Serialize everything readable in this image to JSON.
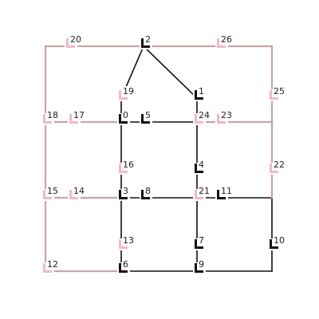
{
  "colors": {
    "background": "#ffffff",
    "black_edge": "#111111",
    "pink_edge": "#c8a4a8",
    "black_marker": "#111111",
    "pink_marker": "#f2b8c6",
    "label_text": "#222222"
  },
  "nodes": [
    {
      "id": "0",
      "label": "0",
      "color": "black"
    },
    {
      "id": "1",
      "label": "1",
      "color": "black"
    },
    {
      "id": "2",
      "label": "2",
      "color": "black"
    },
    {
      "id": "3",
      "label": "3",
      "color": "black"
    },
    {
      "id": "4",
      "label": "4",
      "color": "black"
    },
    {
      "id": "5",
      "label": "5",
      "color": "black"
    },
    {
      "id": "6",
      "label": "6",
      "color": "black"
    },
    {
      "id": "7",
      "label": "7",
      "color": "black"
    },
    {
      "id": "8",
      "label": "8",
      "color": "black"
    },
    {
      "id": "9",
      "label": "9",
      "color": "black"
    },
    {
      "id": "10",
      "label": "10",
      "color": "black"
    },
    {
      "id": "11",
      "label": "11",
      "color": "black"
    },
    {
      "id": "12",
      "label": "12",
      "color": "pink"
    },
    {
      "id": "13",
      "label": "13",
      "color": "pink"
    },
    {
      "id": "14",
      "label": "14",
      "color": "pink"
    },
    {
      "id": "15",
      "label": "15",
      "color": "pink"
    },
    {
      "id": "16",
      "label": "16",
      "color": "pink"
    },
    {
      "id": "17",
      "label": "17",
      "color": "pink"
    },
    {
      "id": "18",
      "label": "18",
      "color": "pink"
    },
    {
      "id": "19",
      "label": "19",
      "color": "pink"
    },
    {
      "id": "20",
      "label": "20",
      "color": "pink"
    },
    {
      "id": "21",
      "label": "21",
      "color": "pink"
    },
    {
      "id": "22",
      "label": "22",
      "color": "pink"
    },
    {
      "id": "23",
      "label": "23",
      "color": "pink"
    },
    {
      "id": "24",
      "label": "24",
      "color": "pink"
    },
    {
      "id": "25",
      "label": "25",
      "color": "pink"
    },
    {
      "id": "26",
      "label": "26",
      "color": "pink"
    }
  ],
  "edges": [
    {
      "from": "2",
      "to": "19",
      "color": "black"
    },
    {
      "from": "19",
      "to": "0",
      "color": "black"
    },
    {
      "from": "2",
      "to": "1",
      "color": "black"
    },
    {
      "from": "1",
      "to": "24",
      "color": "black"
    },
    {
      "from": "0",
      "to": "5",
      "color": "black"
    },
    {
      "from": "5",
      "to": "24",
      "color": "black"
    },
    {
      "from": "0",
      "to": "16",
      "color": "black"
    },
    {
      "from": "16",
      "to": "3",
      "color": "black"
    },
    {
      "from": "24",
      "to": "4",
      "color": "black"
    },
    {
      "from": "4",
      "to": "21",
      "color": "black"
    },
    {
      "from": "3",
      "to": "8",
      "color": "black"
    },
    {
      "from": "8",
      "to": "21",
      "color": "black"
    },
    {
      "from": "21",
      "to": "11",
      "color": "black"
    },
    {
      "from": "11",
      "to": "c_r1",
      "color": "black"
    },
    {
      "from": "c_r1",
      "to": "10",
      "color": "black"
    },
    {
      "from": "3",
      "to": "13",
      "color": "black"
    },
    {
      "from": "13",
      "to": "6",
      "color": "black"
    },
    {
      "from": "21",
      "to": "7",
      "color": "black"
    },
    {
      "from": "7",
      "to": "9",
      "color": "black"
    },
    {
      "from": "6",
      "to": "9",
      "color": "black"
    },
    {
      "from": "9",
      "to": "c_r2",
      "color": "black"
    },
    {
      "from": "c_r2",
      "to": "10",
      "color": "black"
    },
    {
      "from": "c_tl",
      "to": "20",
      "color": "pink"
    },
    {
      "from": "20",
      "to": "2",
      "color": "pink"
    },
    {
      "from": "2",
      "to": "26",
      "color": "pink"
    },
    {
      "from": "26",
      "to": "c_tr",
      "color": "pink"
    },
    {
      "from": "c_tr",
      "to": "25",
      "color": "pink"
    },
    {
      "from": "25",
      "to": "c_mr",
      "color": "pink"
    },
    {
      "from": "c_mr",
      "to": "22",
      "color": "pink"
    },
    {
      "from": "22",
      "to": "c_r1",
      "color": "pink"
    },
    {
      "from": "c_tl",
      "to": "18",
      "color": "pink"
    },
    {
      "from": "18",
      "to": "15",
      "color": "pink"
    },
    {
      "from": "15",
      "to": "12",
      "color": "pink"
    },
    {
      "from": "18",
      "to": "17",
      "color": "pink"
    },
    {
      "from": "17",
      "to": "0",
      "color": "pink"
    },
    {
      "from": "15",
      "to": "14",
      "color": "pink"
    },
    {
      "from": "14",
      "to": "3",
      "color": "pink"
    },
    {
      "from": "12",
      "to": "6",
      "color": "pink"
    },
    {
      "from": "24",
      "to": "23",
      "color": "pink"
    },
    {
      "from": "23",
      "to": "c_mr",
      "color": "pink"
    }
  ]
}
